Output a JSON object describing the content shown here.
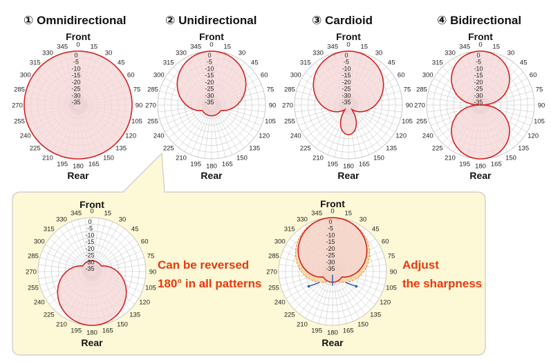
{
  "colors": {
    "pattern_line": "#d42020",
    "pattern_fill": "#f6d6d6",
    "grid": "#b9b9b9",
    "center_shade": "#c9c9c9",
    "callout_bg": "#fdf8d6",
    "callout_border": "#c8c8c8",
    "callout_text": "#e8380d",
    "sharpness_fill": "#f6c77a",
    "sharpness_line": "#e28a2a",
    "arrow": "#2255aa"
  },
  "angle_labels": [
    "0",
    "15",
    "30",
    "45",
    "60",
    "75",
    "90",
    "105",
    "120",
    "135",
    "150",
    "165",
    "180",
    "195",
    "210",
    "225",
    "240",
    "255",
    "270",
    "285",
    "300",
    "315",
    "330",
    "345"
  ],
  "level_labels": [
    "0",
    "-5",
    "-10",
    "-15",
    "-20",
    "-25",
    "-30",
    "-35"
  ],
  "panels": [
    {
      "id": "omni",
      "title": "① Omnidirectional",
      "front": "Front",
      "rear": "Rear",
      "pattern": "omni"
    },
    {
      "id": "uni",
      "title": "② Unidirectional",
      "front": "Front",
      "rear": "Rear",
      "pattern": "uni"
    },
    {
      "id": "cardioid",
      "title": "③ Cardioid",
      "front": "Front",
      "rear": "Rear",
      "pattern": "cardioid"
    },
    {
      "id": "bi",
      "title": "④ Bidirectional",
      "front": "Front",
      "rear": "Rear",
      "pattern": "bi"
    }
  ],
  "callout": {
    "reversed": {
      "front": "Front",
      "rear": "Rear",
      "pattern": "reversed",
      "text_line1": "Can be reversed",
      "text_line2": "180° in all patterns"
    },
    "sharpness": {
      "front": "Front",
      "rear": "Rear",
      "pattern": "sharp",
      "text_line1": "Adjust",
      "text_line2": "the sharpness"
    }
  }
}
